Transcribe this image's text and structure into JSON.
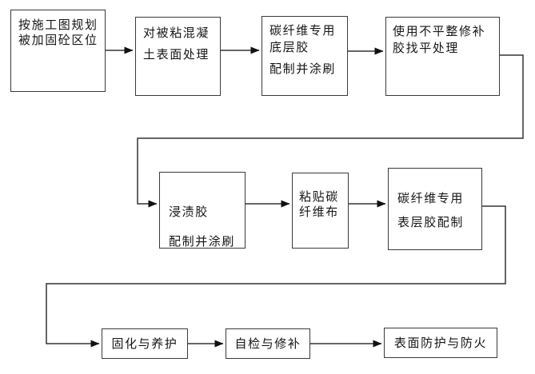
{
  "nodes": [
    {
      "id": "plan",
      "lines": [
        "按施工图规划",
        "被加固砼区位"
      ]
    },
    {
      "id": "surface",
      "lines": [
        "对被粘混凝",
        "土表面处理"
      ]
    },
    {
      "id": "primer",
      "lines": [
        "碳纤维专用",
        "底层胶",
        "配制并涂刷"
      ]
    },
    {
      "id": "leveling",
      "lines": [
        "使用不平整修补",
        "胶找平处理"
      ]
    },
    {
      "id": "impregnate",
      "lines": [
        "浸渍胶",
        "配制并涂刷"
      ]
    },
    {
      "id": "paste",
      "lines": [
        "粘贴碳",
        "纤维布"
      ]
    },
    {
      "id": "topcoat",
      "lines": [
        "碳纤维专用",
        "表层胶配制"
      ]
    },
    {
      "id": "curing",
      "lines": [
        "固化与养护"
      ]
    },
    {
      "id": "inspect",
      "lines": [
        "自检与修补"
      ]
    },
    {
      "id": "protect",
      "lines": [
        "表面防护与防火"
      ]
    }
  ],
  "edges": [
    {
      "from": "plan",
      "to": "surface"
    },
    {
      "from": "surface",
      "to": "primer"
    },
    {
      "from": "primer",
      "to": "leveling"
    },
    {
      "from": "leveling",
      "to": "impregnate"
    },
    {
      "from": "impregnate",
      "to": "paste"
    },
    {
      "from": "paste",
      "to": "topcoat"
    },
    {
      "from": "topcoat",
      "to": "curing"
    },
    {
      "from": "curing",
      "to": "inspect"
    },
    {
      "from": "inspect",
      "to": "protect"
    }
  ],
  "colors": {
    "background": "#ffffff",
    "box_border": "#3a3a3a",
    "line": "#333333",
    "arrowhead": "#111111",
    "text": "#151515"
  }
}
